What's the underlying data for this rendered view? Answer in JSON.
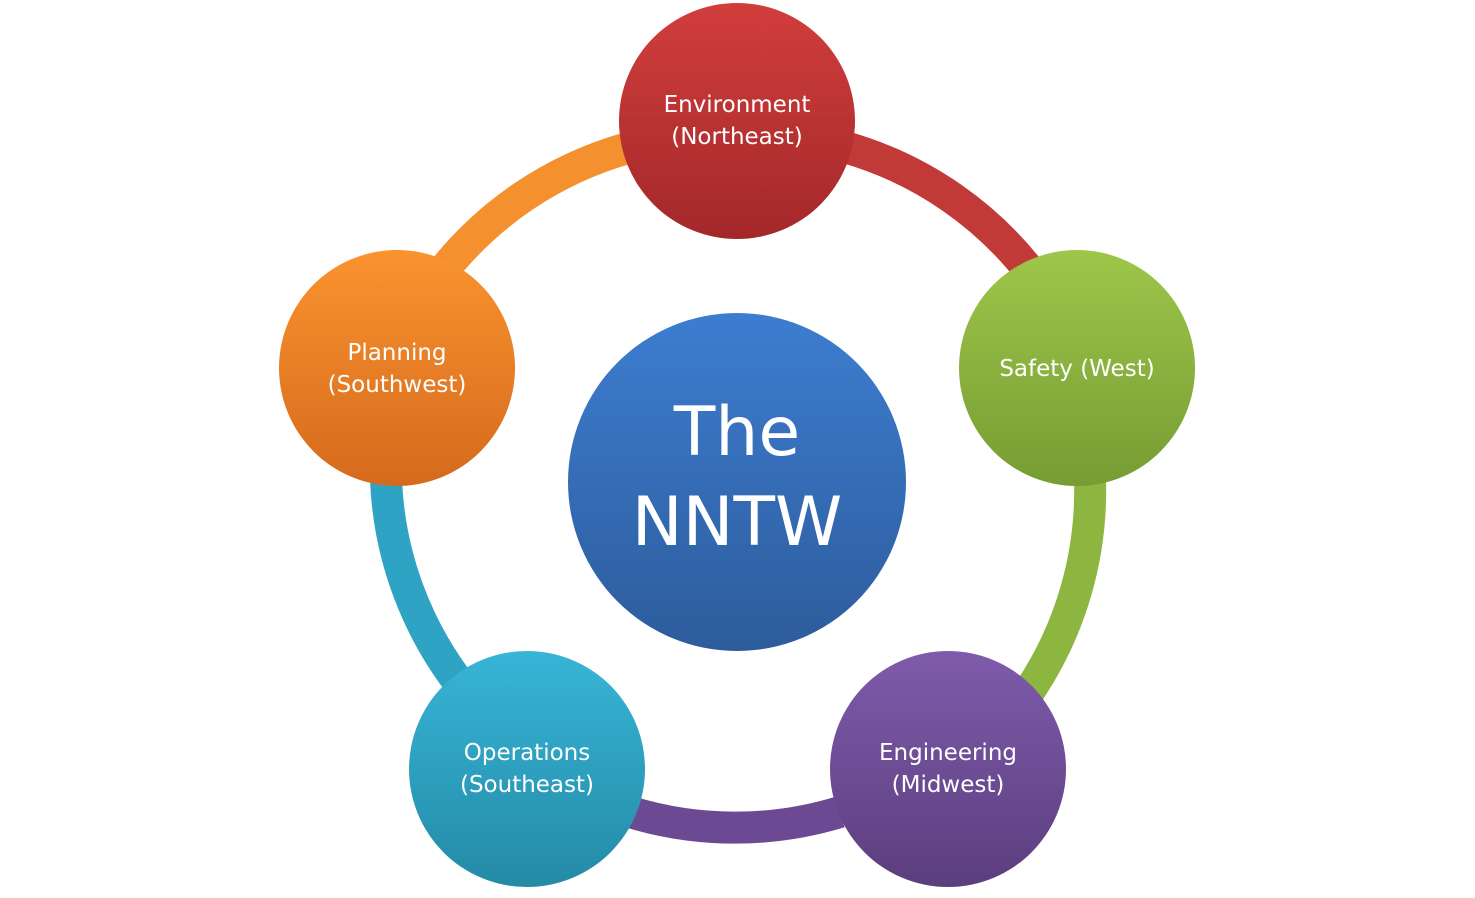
{
  "center": {
    "line1": "The",
    "line2": "NNTW",
    "color": "#3a73c2"
  },
  "nodes": [
    {
      "id": "environment",
      "line1": "Environment",
      "line2": "(Northeast)",
      "color": "#c23836",
      "arc_color": "#c23a37"
    },
    {
      "id": "safety",
      "line1": "Safety (West)",
      "line2": "",
      "color": "#8db540",
      "arc_color": "#8cb63f"
    },
    {
      "id": "engineering",
      "line1": "Engineering",
      "line2": "(Midwest)",
      "color": "#6e4c96",
      "arc_color": "#6c4a93"
    },
    {
      "id": "operations",
      "line1": "Operations",
      "line2": "(Southeast)",
      "color": "#2ea3c4",
      "arc_color": "#2ea3c4"
    },
    {
      "id": "planning",
      "line1": "Planning",
      "line2": "(Southwest)",
      "color": "#f0842a",
      "arc_color": "#f5902e"
    }
  ]
}
